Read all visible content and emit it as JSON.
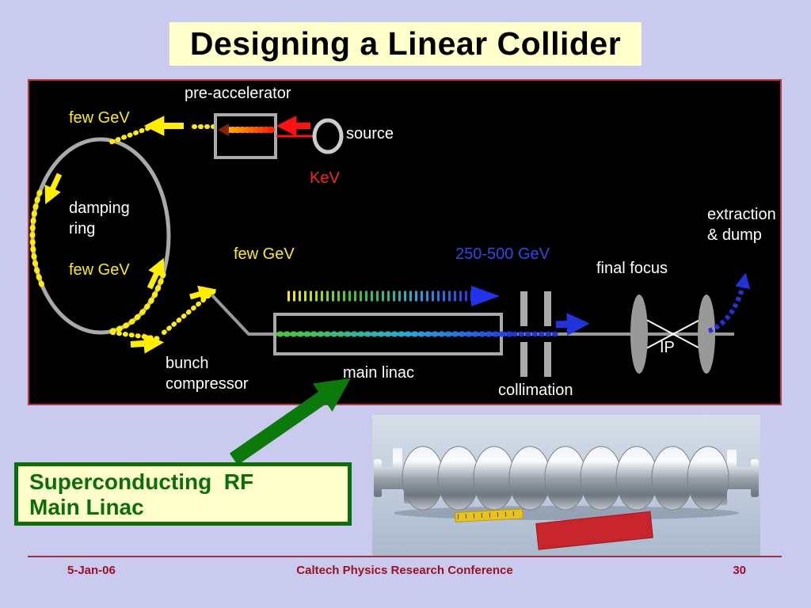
{
  "slide": {
    "title": "Designing a Linear Collider",
    "background_color": "#cacaee",
    "footer": {
      "date": "5-Jan-06",
      "conference": "Caltech Physics Research Conference",
      "page_number": "30",
      "text_color": "#991122"
    }
  },
  "diagram": {
    "background_color": "#000000",
    "border_color": "#bb3344",
    "labels": {
      "pre_accelerator": "pre-accelerator",
      "few_gev_top": "few GeV",
      "source": "source",
      "kev": "KeV",
      "damping_line1": "damping",
      "damping_line2": "ring",
      "few_gev_ring": "few GeV",
      "few_gev_linac": "few GeV",
      "energy_range": "250-500 GeV",
      "bunch_line1": "bunch",
      "bunch_line2": "compressor",
      "main_linac": "main linac",
      "collimation": "collimation",
      "final_focus": "final focus",
      "interaction_point": "IP",
      "extraction_line1": "extraction",
      "extraction_line2": "& dump"
    },
    "colors": {
      "beam_yellow": "#ffee00",
      "beam_red": "#ff1111",
      "beam_blue": "#2233dd",
      "label_white": "#ffffff",
      "hardware_gray": "#a6a6a6"
    }
  },
  "callout": {
    "line1": "Superconducting  RF",
    "line2": "Main Linac",
    "accent_color": "#0b6e0b",
    "fill_color": "#ffffcc"
  }
}
